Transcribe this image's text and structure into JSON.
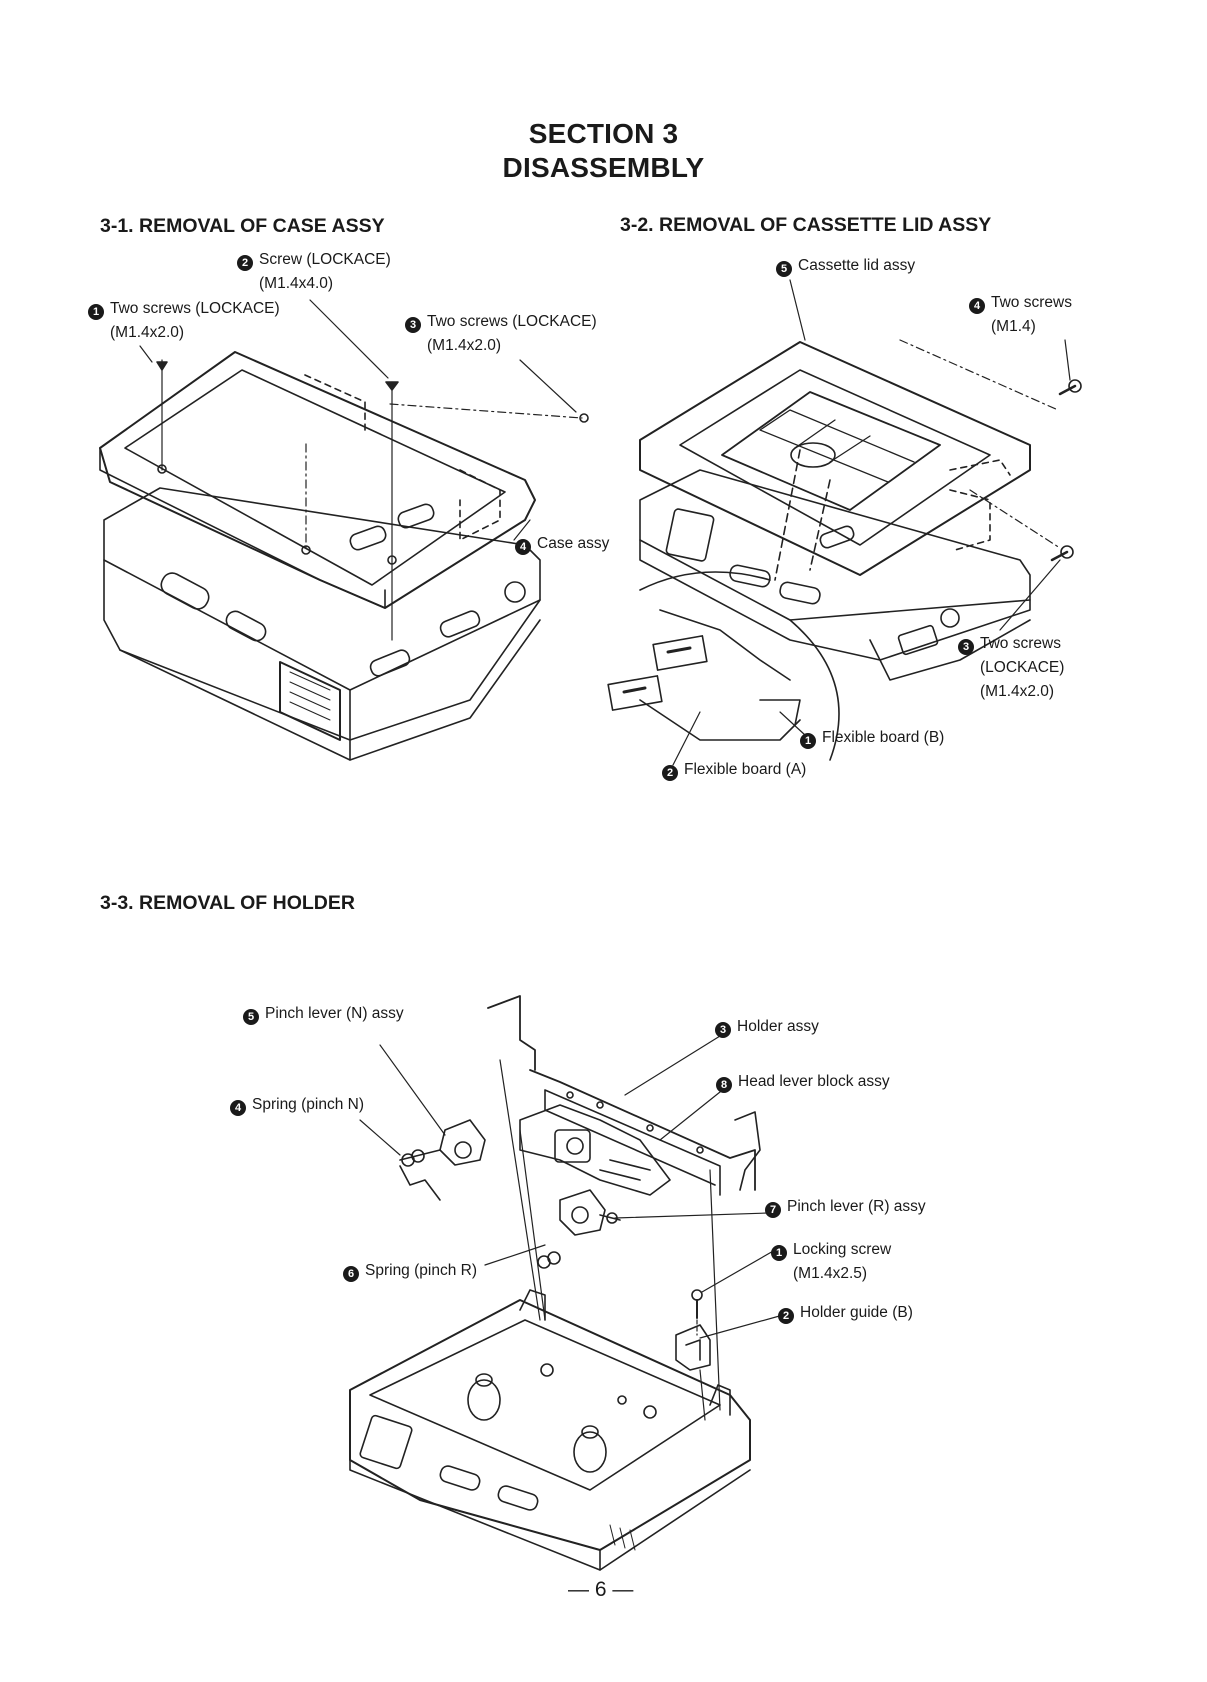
{
  "header": {
    "section": "SECTION 3",
    "title": "DISASSEMBLY"
  },
  "s31": {
    "heading": "3-1.  REMOVAL OF CASE ASSY",
    "callouts": [
      {
        "num": "1",
        "text": "Two screws (LOCKACE)",
        "sub": "(M1.4x2.0)"
      },
      {
        "num": "2",
        "text": "Screw (LOCKACE)",
        "sub": "(M1.4x4.0)"
      },
      {
        "num": "3",
        "text": "Two screws (LOCKACE)",
        "sub": "(M1.4x2.0)"
      },
      {
        "num": "4",
        "text": "Case assy",
        "sub": ""
      }
    ]
  },
  "s32": {
    "heading": "3-2.  REMOVAL OF CASSETTE LID ASSY",
    "callouts": [
      {
        "num": "5",
        "text": "Cassette lid assy",
        "sub": ""
      },
      {
        "num": "4",
        "text": "Two screws",
        "sub": "(M1.4)"
      },
      {
        "num": "3",
        "text": "Two screws",
        "sub": "(LOCKACE)",
        "sub2": "(M1.4x2.0)"
      },
      {
        "num": "1",
        "text": "Flexible board (B)",
        "sub": ""
      },
      {
        "num": "2",
        "text": "Flexible board (A)",
        "sub": ""
      }
    ]
  },
  "s33": {
    "heading": "3-3.  REMOVAL OF HOLDER",
    "callouts": [
      {
        "num": "5",
        "text": "Pinch lever (N) assy",
        "sub": ""
      },
      {
        "num": "4",
        "text": "Spring (pinch N)",
        "sub": ""
      },
      {
        "num": "3",
        "text": "Holder assy",
        "sub": ""
      },
      {
        "num": "8",
        "text": "Head lever block assy",
        "sub": ""
      },
      {
        "num": "7",
        "text": "Pinch lever (R) assy",
        "sub": ""
      },
      {
        "num": "1",
        "text": "Locking screw",
        "sub": "(M1.4x2.5)"
      },
      {
        "num": "6",
        "text": "Spring (pinch R)",
        "sub": ""
      },
      {
        "num": "2",
        "text": "Holder guide (B)",
        "sub": ""
      }
    ]
  },
  "footer": {
    "page_number": "— 6 —"
  }
}
